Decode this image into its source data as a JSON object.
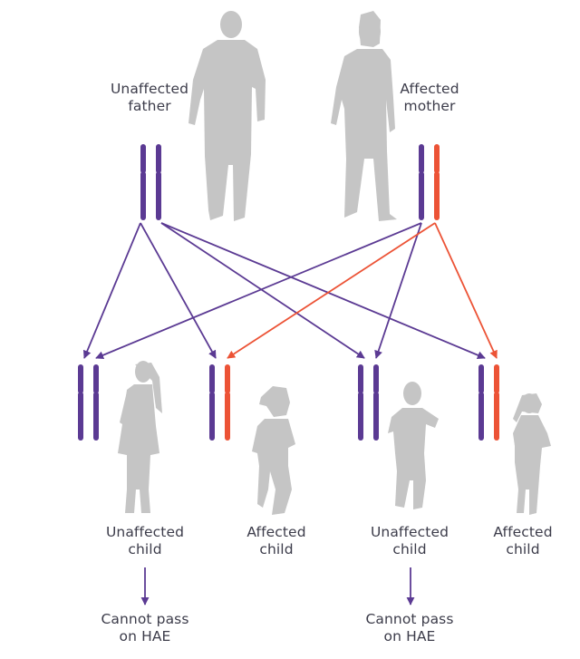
{
  "colors": {
    "normal_gene": "#5b3a93",
    "hae_gene": "#ec5336",
    "silhouette": "#c5c5c5",
    "text": "#3c3c4a"
  },
  "parents": {
    "father": {
      "line1": "Unaffected",
      "line2": "father",
      "chromosomes": [
        "normal",
        "normal"
      ]
    },
    "mother": {
      "line1": "Affected",
      "line2": "mother",
      "chromosomes": [
        "normal",
        "hae"
      ]
    }
  },
  "children": [
    {
      "line1": "Unaffected",
      "line2": "child",
      "chromosomes": [
        "normal",
        "normal"
      ],
      "note": {
        "line1": "Cannot pass",
        "line2": "on HAE"
      }
    },
    {
      "line1": "Affected",
      "line2": "child",
      "chromosomes": [
        "normal",
        "hae"
      ]
    },
    {
      "line1": "Unaffected",
      "line2": "child",
      "chromosomes": [
        "normal",
        "normal"
      ],
      "note": {
        "line1": "Cannot pass",
        "line2": "on HAE"
      }
    },
    {
      "line1": "Affected",
      "line2": "child",
      "chromosomes": [
        "normal",
        "hae"
      ]
    }
  ],
  "icons": [
    "father-silhouette-icon",
    "mother-silhouette-icon",
    "girl-silhouette-icon",
    "boy-silhouette-icon",
    "boy-silhouette-icon",
    "girl-silhouette-icon"
  ]
}
